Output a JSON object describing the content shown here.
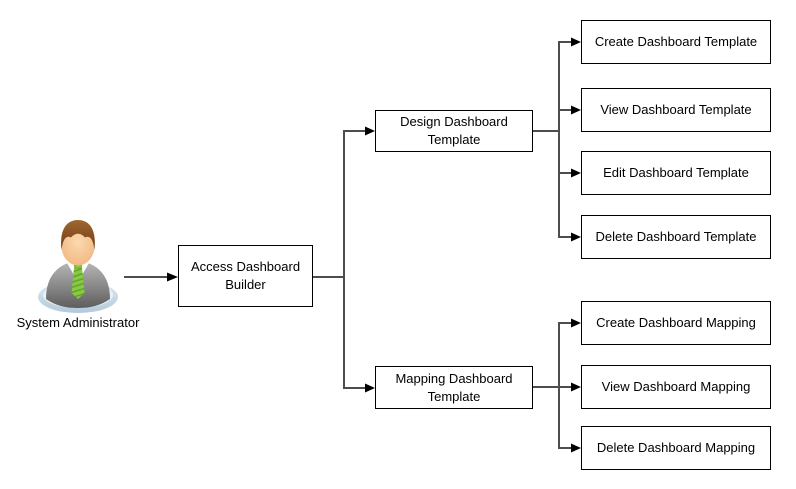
{
  "diagram": {
    "actor": {
      "label": "System Administrator",
      "icon": "system-administrator-icon"
    },
    "root": {
      "label": "Access Dashboard Builder"
    },
    "branches": [
      {
        "label": "Design Dashboard Template",
        "children": [
          "Create Dashboard Template",
          "View Dashboard Template",
          "Edit Dashboard Template",
          "Delete Dashboard Template"
        ]
      },
      {
        "label": "Mapping Dashboard Template",
        "children": [
          "Create Dashboard Mapping",
          "View Dashboard Mapping",
          "Delete Dashboard Mapping"
        ]
      }
    ],
    "colors": {
      "background": "#ffffff",
      "box_fill": "#ffffff",
      "box_border": "#000000",
      "text": "#000000",
      "connector": "#4d4d4d",
      "arrowhead": "#000000",
      "actor_suit": "#7a7a7a",
      "actor_tie": "#86c443",
      "actor_skin": "#f7cb9c",
      "actor_hair": "#81491f",
      "actor_base": "#cfdfeb"
    }
  }
}
